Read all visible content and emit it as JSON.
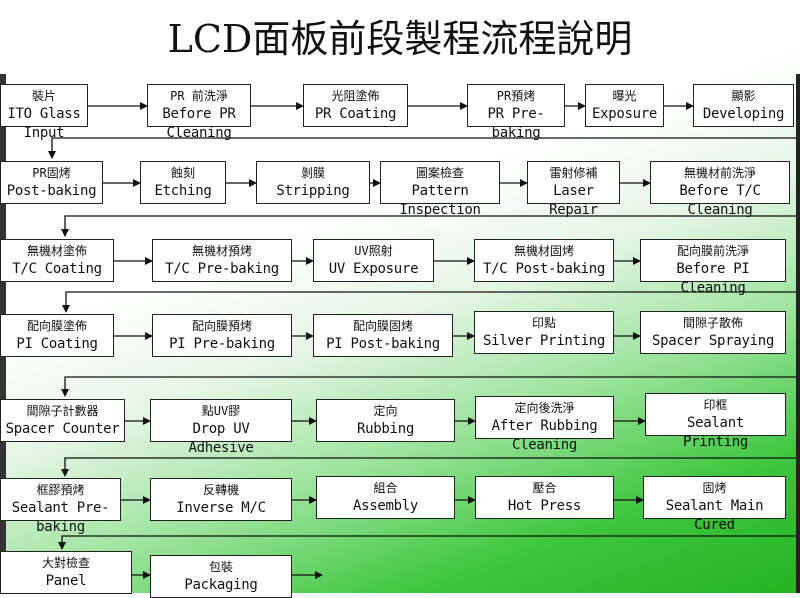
{
  "title": "LCD面板前段製程流程說明",
  "steps": [
    {
      "zh": "裝片",
      "en1": "ITO Glass",
      "en2": "Input"
    },
    {
      "zh": "PR 前洗淨",
      "en1": "Before PR",
      "en2": "Cleaning"
    },
    {
      "zh": "光阻塗佈",
      "en1": "PR Coating",
      "en2": ""
    },
    {
      "zh": "PR預烤",
      "en1": "PR Pre-",
      "en2": "baking"
    },
    {
      "zh": "曝光",
      "en1": "Exposure",
      "en2": ""
    },
    {
      "zh": "顯影",
      "en1": "Developing",
      "en2": ""
    },
    {
      "zh": "PR固烤",
      "en1": "Post-baking",
      "en2": ""
    },
    {
      "zh": "蝕刻",
      "en1": "Etching",
      "en2": ""
    },
    {
      "zh": "剝膜",
      "en1": "Stripping",
      "en2": ""
    },
    {
      "zh": "圖案檢查",
      "en1": "Pattern",
      "en2": "Inspection"
    },
    {
      "zh": "雷射修補",
      "en1": "Laser",
      "en2": "Repair"
    },
    {
      "zh": "無機材前洗淨",
      "en1": "Before T/C",
      "en2": "Cleaning"
    },
    {
      "zh": "無機材塗佈",
      "en1": "T/C Coating",
      "en2": ""
    },
    {
      "zh": "無機材預烤",
      "en1": "T/C Pre-baking",
      "en2": ""
    },
    {
      "zh": "UV照射",
      "en1": "UV Exposure",
      "en2": ""
    },
    {
      "zh": "無機材固烤",
      "en1": "T/C Post-baking",
      "en2": ""
    },
    {
      "zh": "配向膜前洗淨",
      "en1": "Before PI",
      "en2": "Cleaning"
    },
    {
      "zh": "配向膜塗佈",
      "en1": "PI Coating",
      "en2": ""
    },
    {
      "zh": "配向膜預烤",
      "en1": "PI Pre-baking",
      "en2": ""
    },
    {
      "zh": "配向膜固烤",
      "en1": "PI Post-baking",
      "en2": ""
    },
    {
      "zh": "印點",
      "en1": "Silver Printing",
      "en2": ""
    },
    {
      "zh": "間隙子散佈",
      "en1": "Spacer Spraying",
      "en2": ""
    },
    {
      "zh": "間隙子計數器",
      "en1": "Spacer Counter",
      "en2": ""
    },
    {
      "zh": "點UV膠",
      "en1": "Drop UV",
      "en2": "Adhesive"
    },
    {
      "zh": "定向",
      "en1": "Rubbing",
      "en2": ""
    },
    {
      "zh": "定向後洗淨",
      "en1": "After Rubbing",
      "en2": "Cleaning"
    },
    {
      "zh": "印框",
      "en1": "Sealant",
      "en2": "Printing"
    },
    {
      "zh": "框膠預烤",
      "en1": "Sealant Pre-",
      "en2": "baking"
    },
    {
      "zh": "反轉機",
      "en1": "Inverse M/C",
      "en2": ""
    },
    {
      "zh": "組合",
      "en1": "Assembly",
      "en2": ""
    },
    {
      "zh": "壓合",
      "en1": "Hot Press",
      "en2": ""
    },
    {
      "zh": "固烤",
      "en1": "Sealant Main",
      "en2": "Cured"
    },
    {
      "zh": "大對檢查",
      "en1": "Panel",
      "en2": ""
    },
    {
      "zh": "包裝",
      "en1": "Packaging",
      "en2": ""
    }
  ]
}
